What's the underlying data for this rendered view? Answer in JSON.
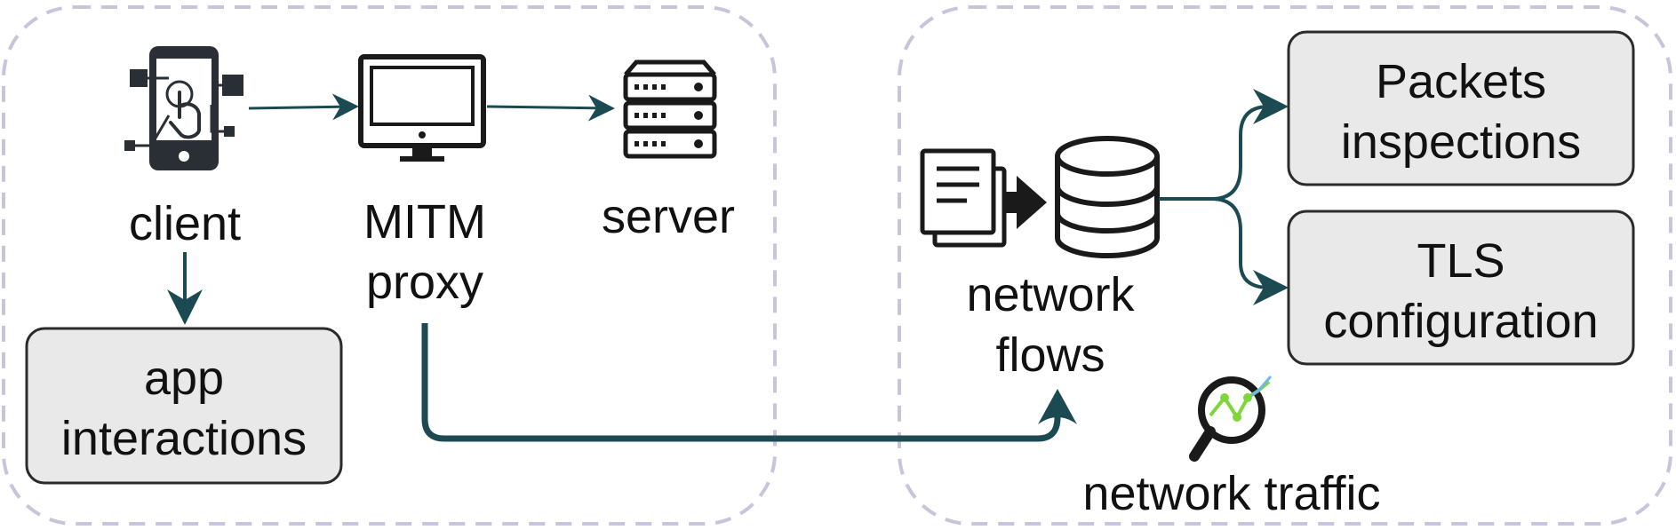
{
  "diagram": {
    "left_panel": {
      "nodes": {
        "client": "client",
        "mitm_line1": "MITM",
        "mitm_line2": "proxy",
        "server": "server"
      },
      "app_interactions": [
        "app",
        "interactions"
      ]
    },
    "right_panel": {
      "network_flows": [
        "network",
        "flows"
      ],
      "packets_inspections": [
        "Packets",
        "inspections"
      ],
      "tls_configuration": [
        "TLS",
        "configuration"
      ],
      "network_traffic": "network traffic"
    },
    "colors": {
      "arrow": "#1c4a52",
      "panel_border": "#c9c4dc",
      "box_fill": "#e9e9e9",
      "box_stroke": "#2b2b2b",
      "icon": "#1a1a1a",
      "chart_green": "#7dd63a",
      "chart_line": "#6fb7e8"
    }
  }
}
